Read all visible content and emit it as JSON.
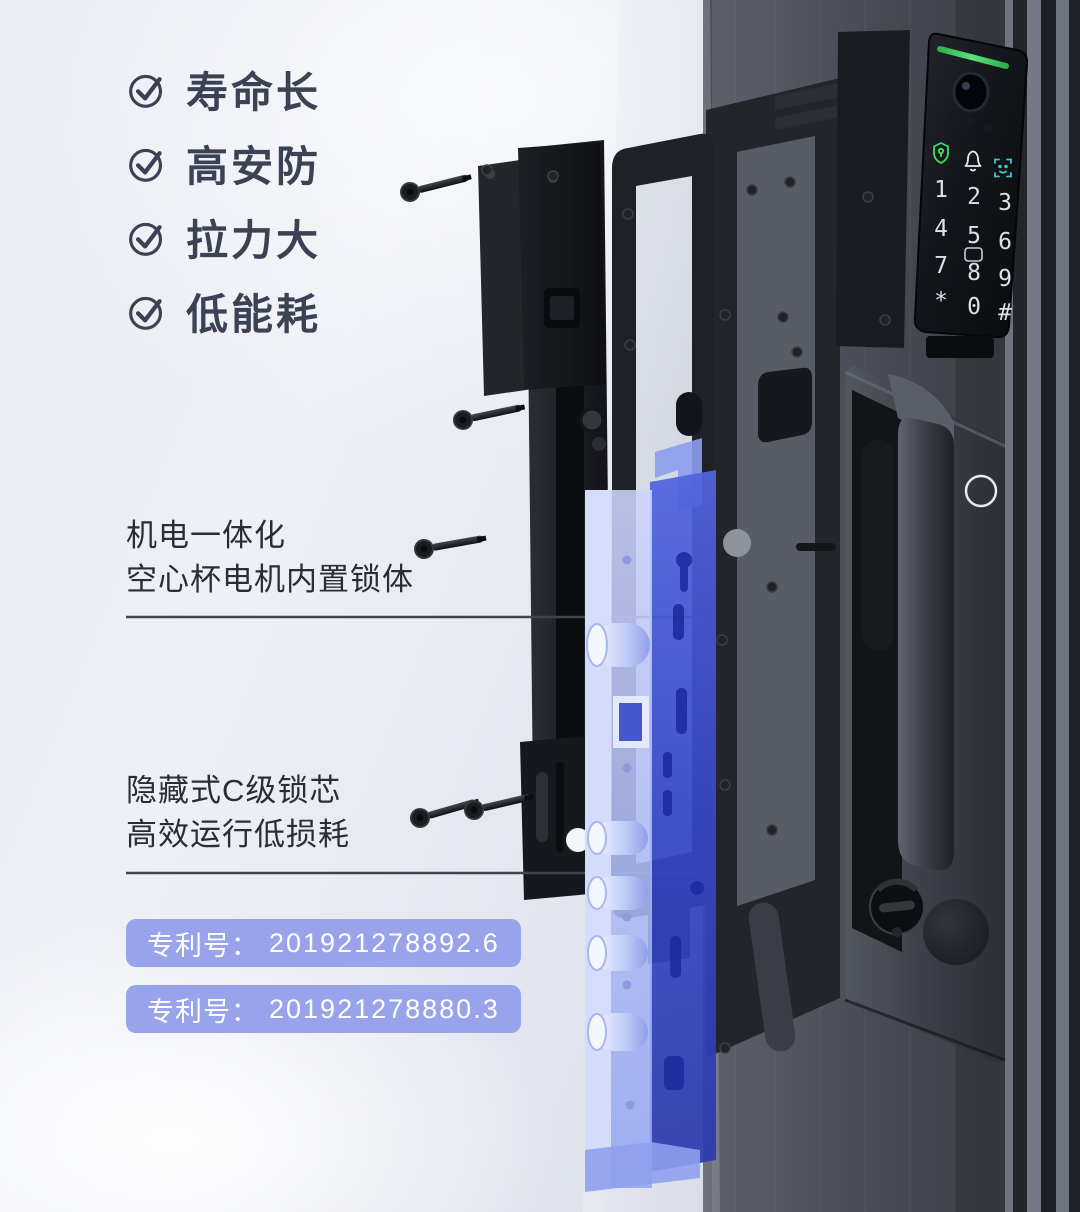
{
  "features": {
    "items": [
      {
        "label": "寿命长"
      },
      {
        "label": "高安防"
      },
      {
        "label": "拉力大"
      },
      {
        "label": "低能耗"
      }
    ]
  },
  "callouts": [
    {
      "line1": "机电一体化",
      "line2": "空心杯电机内置锁体"
    },
    {
      "line1": "隐藏式C级锁芯",
      "line2": "高效运行低损耗"
    }
  ],
  "patents": [
    {
      "label": "专利号：",
      "number": "201921278892.6"
    },
    {
      "label": "专利号：",
      "number": "201921278880.3"
    }
  ],
  "keypad": {
    "keys": [
      [
        "1",
        "2",
        "3"
      ],
      [
        "4",
        "5",
        "6"
      ],
      [
        "7",
        "8",
        "9"
      ],
      [
        "*",
        "0",
        "#"
      ]
    ],
    "icons": [
      {
        "name": "shield-lock-icon",
        "color": "#3bdc66"
      },
      {
        "name": "doorbell-icon",
        "color": "#e8eaee"
      },
      {
        "name": "face-id-icon",
        "color": "#3cc8c4"
      }
    ],
    "status_light_color": "#45de6e"
  },
  "colors": {
    "background_light": "#eef0f6",
    "background_shade": "#d5d9e4",
    "feature_text": "#3b4254",
    "callout_text": "#2a2d36",
    "callout_rule": "#40444e",
    "badge_background": "#98a3eb",
    "badge_text": "#ffffff",
    "door_face": "#4a4d56",
    "lock_body_light": "#c3cdf8",
    "lock_body_dark": "#3343c2",
    "panel_black": "#101216"
  }
}
